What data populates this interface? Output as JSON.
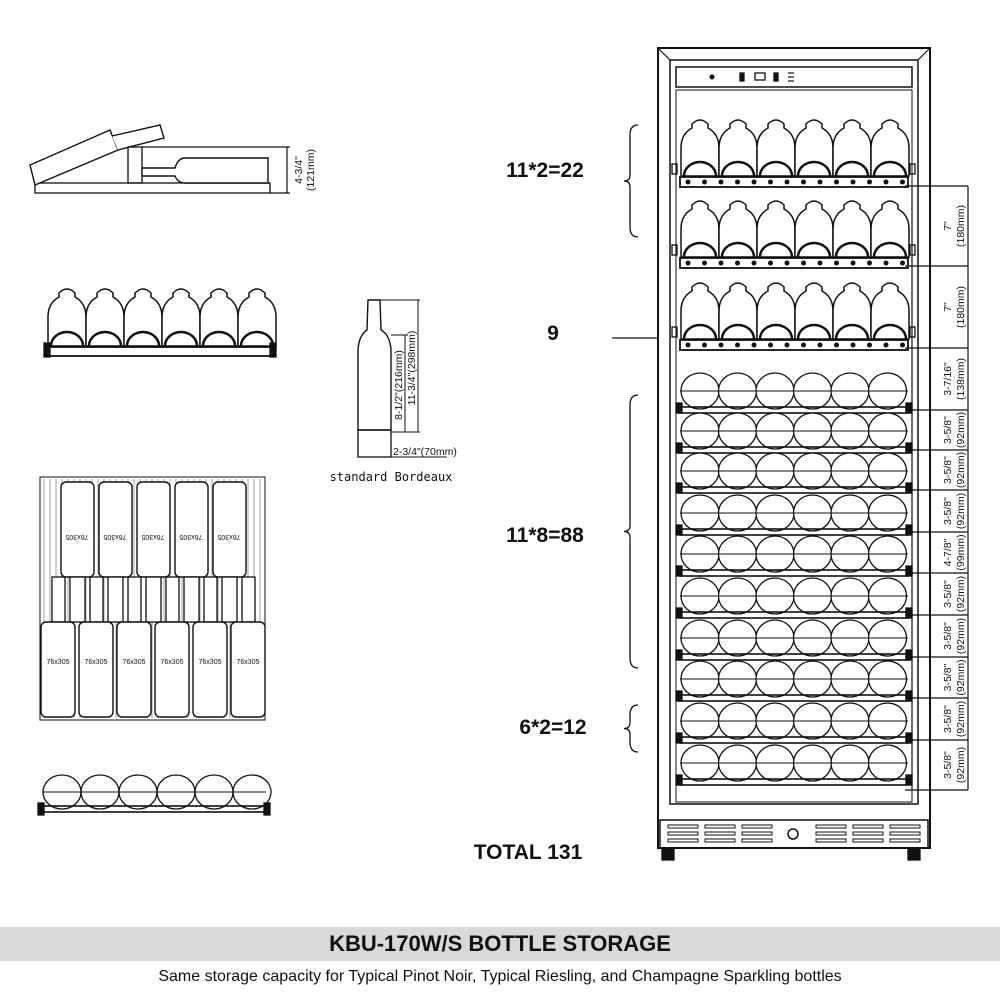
{
  "cabinet": {
    "group_labels": [
      "11*2=22",
      "9",
      "11*8=88",
      "6*2=12"
    ],
    "total": "TOTAL 131"
  },
  "dimensions": [
    {
      "in": "7\"",
      "mm": "(180mm)"
    },
    {
      "in": "7\"",
      "mm": "(180mm)"
    },
    {
      "in": "3-7/16\"",
      "mm": "(138mm)"
    },
    {
      "in": "3-5/8\"",
      "mm": "(92mm)"
    },
    {
      "in": "3-5/8\"",
      "mm": "(92mm)"
    },
    {
      "in": "3-5/8\"",
      "mm": "(92mm)"
    },
    {
      "in": "4-7/8\"",
      "mm": "(99mm)"
    },
    {
      "in": "3-5/8\"",
      "mm": "(92mm)"
    },
    {
      "in": "3-5/8\"",
      "mm": "(92mm)"
    },
    {
      "in": "3-5/8\"",
      "mm": "(92mm)"
    },
    {
      "in": "3-5/8\"",
      "mm": "(92mm)"
    },
    {
      "in": "3-5/8\"",
      "mm": "(92mm)"
    }
  ],
  "side_view": {
    "height_in": "4-3/4\"",
    "height_mm": "(121mm)"
  },
  "bottle": {
    "body_height": "8-1/2\"(216mm)",
    "total_height": "11-3/4\"(298mm)",
    "diameter": "2-3/4\"(70mm)",
    "name": "standard Bordeaux"
  },
  "top_view": {
    "bottle_label": "76x305"
  },
  "footer": {
    "title": "KBU-170W/S BOTTLE STORAGE",
    "subtitle": "Same storage capacity for Typical Pinot Noir, Typical Riesling, and Champagne Sparkling bottles"
  }
}
